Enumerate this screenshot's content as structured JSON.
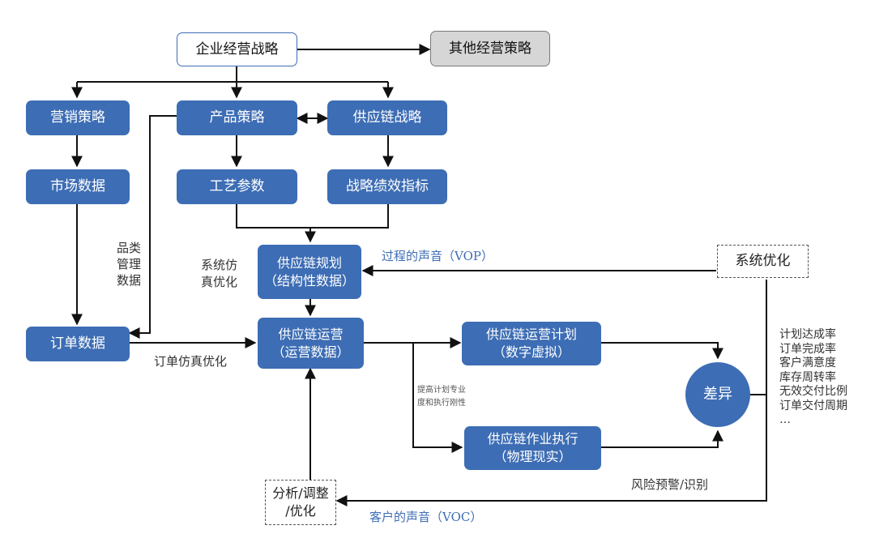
{
  "nodes": {
    "strategy": "企业经营战略",
    "other": "其他经营策略",
    "marketing": "营销策略",
    "product": "产品策略",
    "sc_strategy": "供应链战略",
    "market_data": "市场数据",
    "process_params": "工艺参数",
    "kpi": "战略绩效指标",
    "sc_planning": "供应链规划\n（结构性数据）",
    "order_data": "订单数据",
    "sc_ops": "供应链运营\n（运营数据）",
    "ops_plan": "供应链运营计划\n（数字虚拟）",
    "execution": "供应链作业执行\n（物理现实）",
    "diff": "差异",
    "sys_opt": "系统优化",
    "analyze": "分析/调整\n/优化"
  },
  "labels": {
    "category_data": "品类\n管理\n数据",
    "sys_sim": "系统仿\n真优化",
    "vop": "过程的声音（VOP）",
    "order_sim": "订单仿真优化",
    "improve": "提高计划专业\n度和执行刚性",
    "metrics": "计划达成率\n订单完成率\n客户满意度\n库存周转率\n无效交付比例\n订单交付周期\n…",
    "risk": "风险预警/识别",
    "voc": "客户的声音（VOC）"
  }
}
